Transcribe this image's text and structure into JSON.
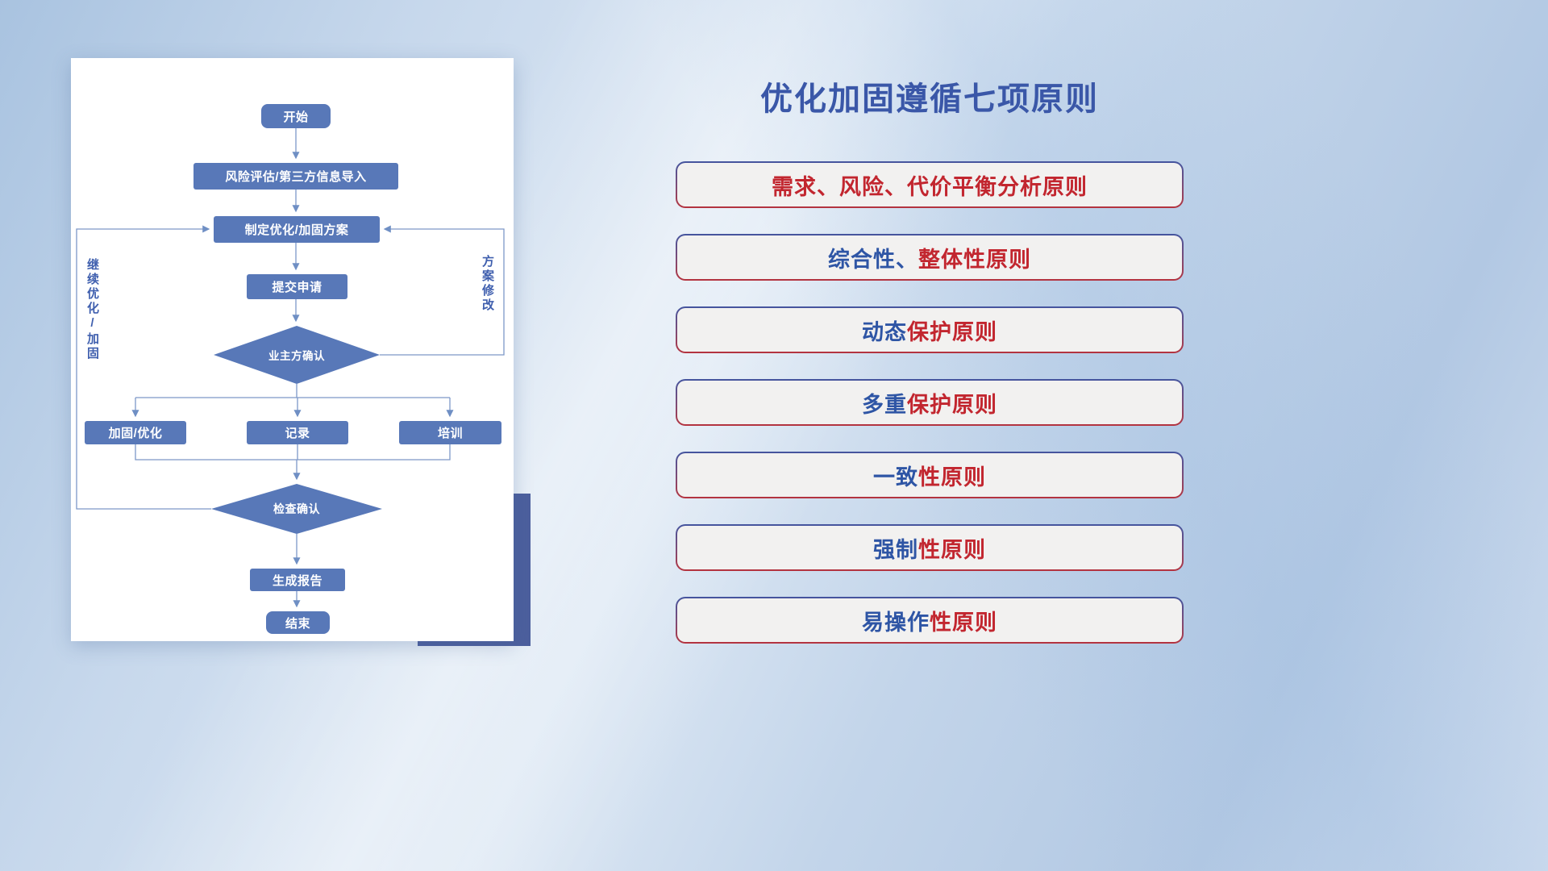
{
  "flowchart": {
    "nodes": {
      "start": {
        "label": "开始"
      },
      "risk_import": {
        "label": "风险评估/第三方信息导入"
      },
      "make_plan": {
        "label": "制定优化/加固方案"
      },
      "submit": {
        "label": "提交申请"
      },
      "owner_confirm": {
        "label": "业主方确认"
      },
      "reinforce": {
        "label": "加固/优化"
      },
      "record": {
        "label": "记录"
      },
      "training": {
        "label": "培训"
      },
      "check_confirm": {
        "label": "检查确认"
      },
      "report": {
        "label": "生成报告"
      },
      "end": {
        "label": "结束"
      }
    },
    "edge_labels": {
      "continue_optimize": "继续优化/加固",
      "plan_modify": "方案修改"
    },
    "colors": {
      "node_fill": "#5878b8",
      "connector": "#7d98c8"
    }
  },
  "principles": {
    "title": "优化加固遵循七项原则",
    "items": [
      {
        "blue": "",
        "red": "需求、风险、代价平衡分析原则"
      },
      {
        "blue": "综合性、",
        "red": "整体性原则"
      },
      {
        "blue": "动态",
        "red": "保护原则"
      },
      {
        "blue": "多重",
        "red": "保护原则"
      },
      {
        "blue": "一致",
        "red": "性原则"
      },
      {
        "blue": "强制",
        "red": "性原则"
      },
      {
        "blue": "易操作",
        "red": "性原则"
      }
    ],
    "colors": {
      "title": "#3a57a8",
      "text_blue": "#2e55a5",
      "text_red": "#c2262f",
      "box_fill": "#f2f1f0"
    }
  }
}
